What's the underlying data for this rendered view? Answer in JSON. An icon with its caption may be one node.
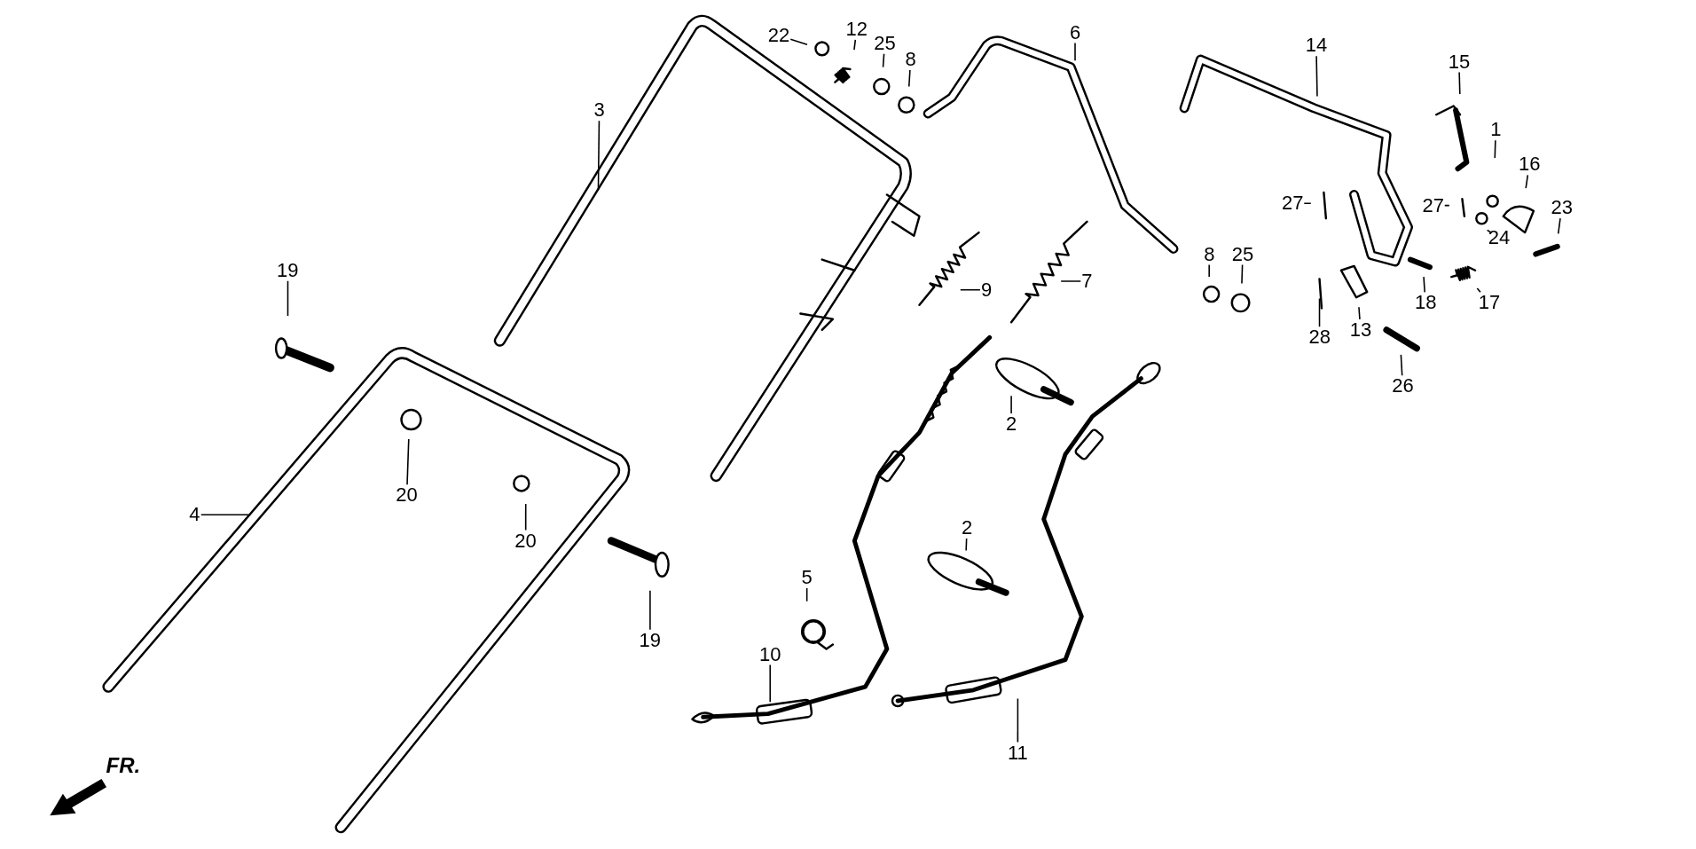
{
  "diagram": {
    "nodes": [
      {
        "text": [
          "22"
        ]
      },
      {
        "text": [
          "12"
        ]
      },
      {
        "text": [
          "25"
        ]
      },
      {
        "text": [
          "8"
        ]
      },
      {
        "text": [
          "6"
        ]
      },
      {
        "text": [
          "14"
        ]
      },
      {
        "text": [
          "15"
        ]
      },
      {
        "text": [
          "3"
        ]
      },
      {
        "text": [
          "1"
        ]
      },
      {
        "text": [
          "16"
        ]
      },
      {
        "text": [
          "27"
        ]
      },
      {
        "text": [
          "27"
        ]
      },
      {
        "text": [
          "23"
        ]
      },
      {
        "text": [
          "24"
        ]
      },
      {
        "text": [
          "8"
        ]
      },
      {
        "text": [
          "25"
        ]
      },
      {
        "text": [
          "19"
        ]
      },
      {
        "text": [
          "7"
        ]
      },
      {
        "text": [
          "9"
        ]
      },
      {
        "text": [
          "18"
        ]
      },
      {
        "text": [
          "17"
        ]
      },
      {
        "text": [
          "13"
        ]
      },
      {
        "text": [
          "28"
        ]
      },
      {
        "text": [
          "26"
        ]
      },
      {
        "text": [
          "2"
        ]
      },
      {
        "text": [
          "20"
        ]
      },
      {
        "text": [
          "4"
        ]
      },
      {
        "text": [
          "2"
        ]
      },
      {
        "text": [
          "20"
        ]
      },
      {
        "text": [
          "5"
        ]
      },
      {
        "text": [
          "19"
        ]
      },
      {
        "text": [
          "10"
        ]
      },
      {
        "text": [
          "11"
        ]
      }
    ],
    "edges": [
      {
        "from": 0,
        "to": null,
        "arrow": "none"
      },
      {
        "from": 1,
        "to": null,
        "arrow": "none"
      },
      {
        "from": 2,
        "to": null,
        "arrow": "none"
      },
      {
        "from": 3,
        "to": null,
        "arrow": "none"
      },
      {
        "from": 4,
        "to": null,
        "arrow": "none"
      },
      {
        "from": 5,
        "to": null,
        "arrow": "none"
      },
      {
        "from": 6,
        "to": null,
        "arrow": "none"
      },
      {
        "from": 7,
        "to": null,
        "arrow": "none"
      },
      {
        "from": 8,
        "to": null,
        "arrow": "none"
      },
      {
        "from": 9,
        "to": null,
        "arrow": "none"
      },
      {
        "from": 10,
        "to": null,
        "arrow": "none"
      },
      {
        "from": 11,
        "to": null,
        "arrow": "none"
      },
      {
        "from": 12,
        "to": null,
        "arrow": "none"
      },
      {
        "from": 13,
        "to": null,
        "arrow": "none"
      },
      {
        "from": 14,
        "to": null,
        "arrow": "none"
      },
      {
        "from": 15,
        "to": null,
        "arrow": "none"
      },
      {
        "from": 16,
        "to": null,
        "arrow": "none"
      },
      {
        "from": 17,
        "to": null,
        "arrow": "none"
      },
      {
        "from": 18,
        "to": null,
        "arrow": "none"
      },
      {
        "from": 19,
        "to": null,
        "arrow": "none"
      },
      {
        "from": 20,
        "to": null,
        "arrow": "none"
      },
      {
        "from": 21,
        "to": null,
        "arrow": "none"
      },
      {
        "from": 22,
        "to": null,
        "arrow": "none"
      },
      {
        "from": 23,
        "to": null,
        "arrow": "none"
      },
      {
        "from": 24,
        "to": null,
        "arrow": "none"
      },
      {
        "from": 25,
        "to": null,
        "arrow": "none"
      },
      {
        "from": 26,
        "to": null,
        "arrow": "none"
      },
      {
        "from": 27,
        "to": null,
        "arrow": "none"
      },
      {
        "from": 28,
        "to": null,
        "arrow": "none"
      },
      {
        "from": 29,
        "to": null,
        "arrow": "none"
      },
      {
        "from": 30,
        "to": null,
        "arrow": "none"
      },
      {
        "from": 31,
        "to": null,
        "arrow": "none"
      },
      {
        "from": 32,
        "to": null,
        "arrow": "none"
      }
    ],
    "labels": [
      "FR."
    ]
  }
}
